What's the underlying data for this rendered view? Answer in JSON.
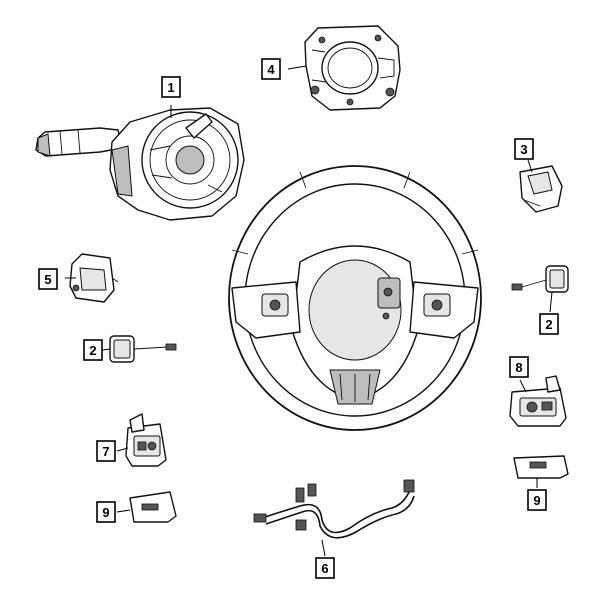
{
  "callouts": [
    {
      "id": "c1",
      "label": "1"
    },
    {
      "id": "c2a",
      "label": "2"
    },
    {
      "id": "c2b",
      "label": "2"
    },
    {
      "id": "c3",
      "label": "3"
    },
    {
      "id": "c4",
      "label": "4"
    },
    {
      "id": "c5",
      "label": "5"
    },
    {
      "id": "c6",
      "label": "6"
    },
    {
      "id": "c7",
      "label": "7"
    },
    {
      "id": "c8",
      "label": "8"
    },
    {
      "id": "c9a",
      "label": "9"
    },
    {
      "id": "c9b",
      "label": "9"
    }
  ]
}
